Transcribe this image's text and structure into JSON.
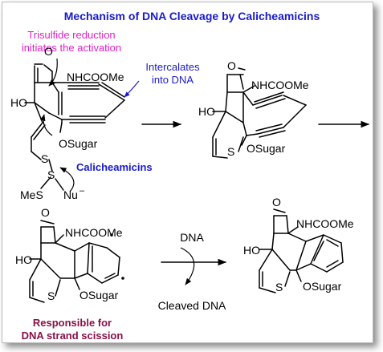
{
  "title": "Mechanism of DNA Cleavage by Calicheamicins",
  "colors": {
    "title": "#1a1acc",
    "note_magenta": "#e020c8",
    "note_blue": "#1a1acc",
    "note_maroon": "#8a1048",
    "ink": "#000000"
  },
  "notes": {
    "trisulfide_line1": "Trisulfide reduction",
    "trisulfide_line2": "initiates the activation",
    "intercalates_line1": "Intercalates",
    "intercalates_line2": "into DNA",
    "calicheamicins": "Calicheamicins",
    "responsible_line1": "Responsible for",
    "responsible_line2": "DNA strand scission"
  },
  "labels": {
    "carbonyl_o": "O",
    "carbamate": "NHCOOMe",
    "hydroxyl": "HO",
    "osugar": "OSugar",
    "sulfur": "S",
    "mes": "MeS",
    "nu": "Nu",
    "charge_minus": "–"
  },
  "reaction": {
    "reagent": "DNA",
    "product": "Cleaved DNA"
  }
}
